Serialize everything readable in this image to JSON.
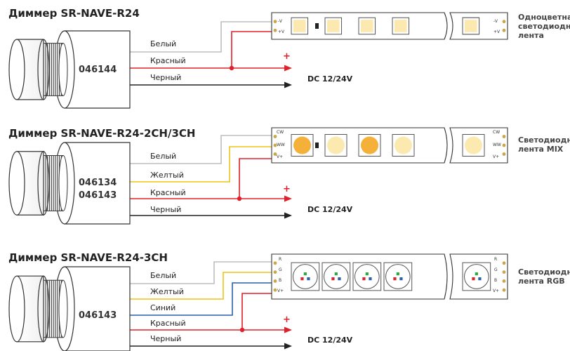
{
  "colors": {
    "white_wire": "#bdbdbd",
    "red_wire": "#e0202a",
    "black_wire": "#222222",
    "yellow_wire": "#f2c21a",
    "blue_wire": "#2b5fae",
    "led_warm": "#f5b03a",
    "led_cool": "#fbe9b0"
  },
  "sections": [
    {
      "title": "Диммер SR-NAVE-R24",
      "codes": [
        "046144"
      ],
      "wires": [
        "Белый",
        "Красный",
        "Черный"
      ],
      "plus": "+",
      "supply": "DC 12/24V",
      "strip_pins": [
        "-V",
        "+V"
      ],
      "strip_type": [
        "Одноцветная",
        "светодиодная",
        "лента"
      ]
    },
    {
      "title": "Диммер SR-NAVE-R24-2CH/3CH",
      "codes": [
        "046134",
        "046143"
      ],
      "wires": [
        "Белый",
        "Желтый",
        "Красный",
        "Черный"
      ],
      "plus": "+",
      "supply": "DC 12/24V",
      "strip_pins": [
        "CW",
        "WW",
        "V+"
      ],
      "strip_type": [
        "Светодиодная",
        "лента MIX"
      ]
    },
    {
      "title": "Диммер SR-NAVE-R24-3CH",
      "codes": [
        "046143"
      ],
      "wires": [
        "Белый",
        "Желтый",
        "Синий",
        "Красный",
        "Черный"
      ],
      "plus": "+",
      "supply": "DC 12/24V",
      "strip_pins": [
        "R",
        "G",
        "B",
        "V+"
      ],
      "strip_type": [
        "Светодиодная",
        "лента RGB"
      ]
    }
  ]
}
